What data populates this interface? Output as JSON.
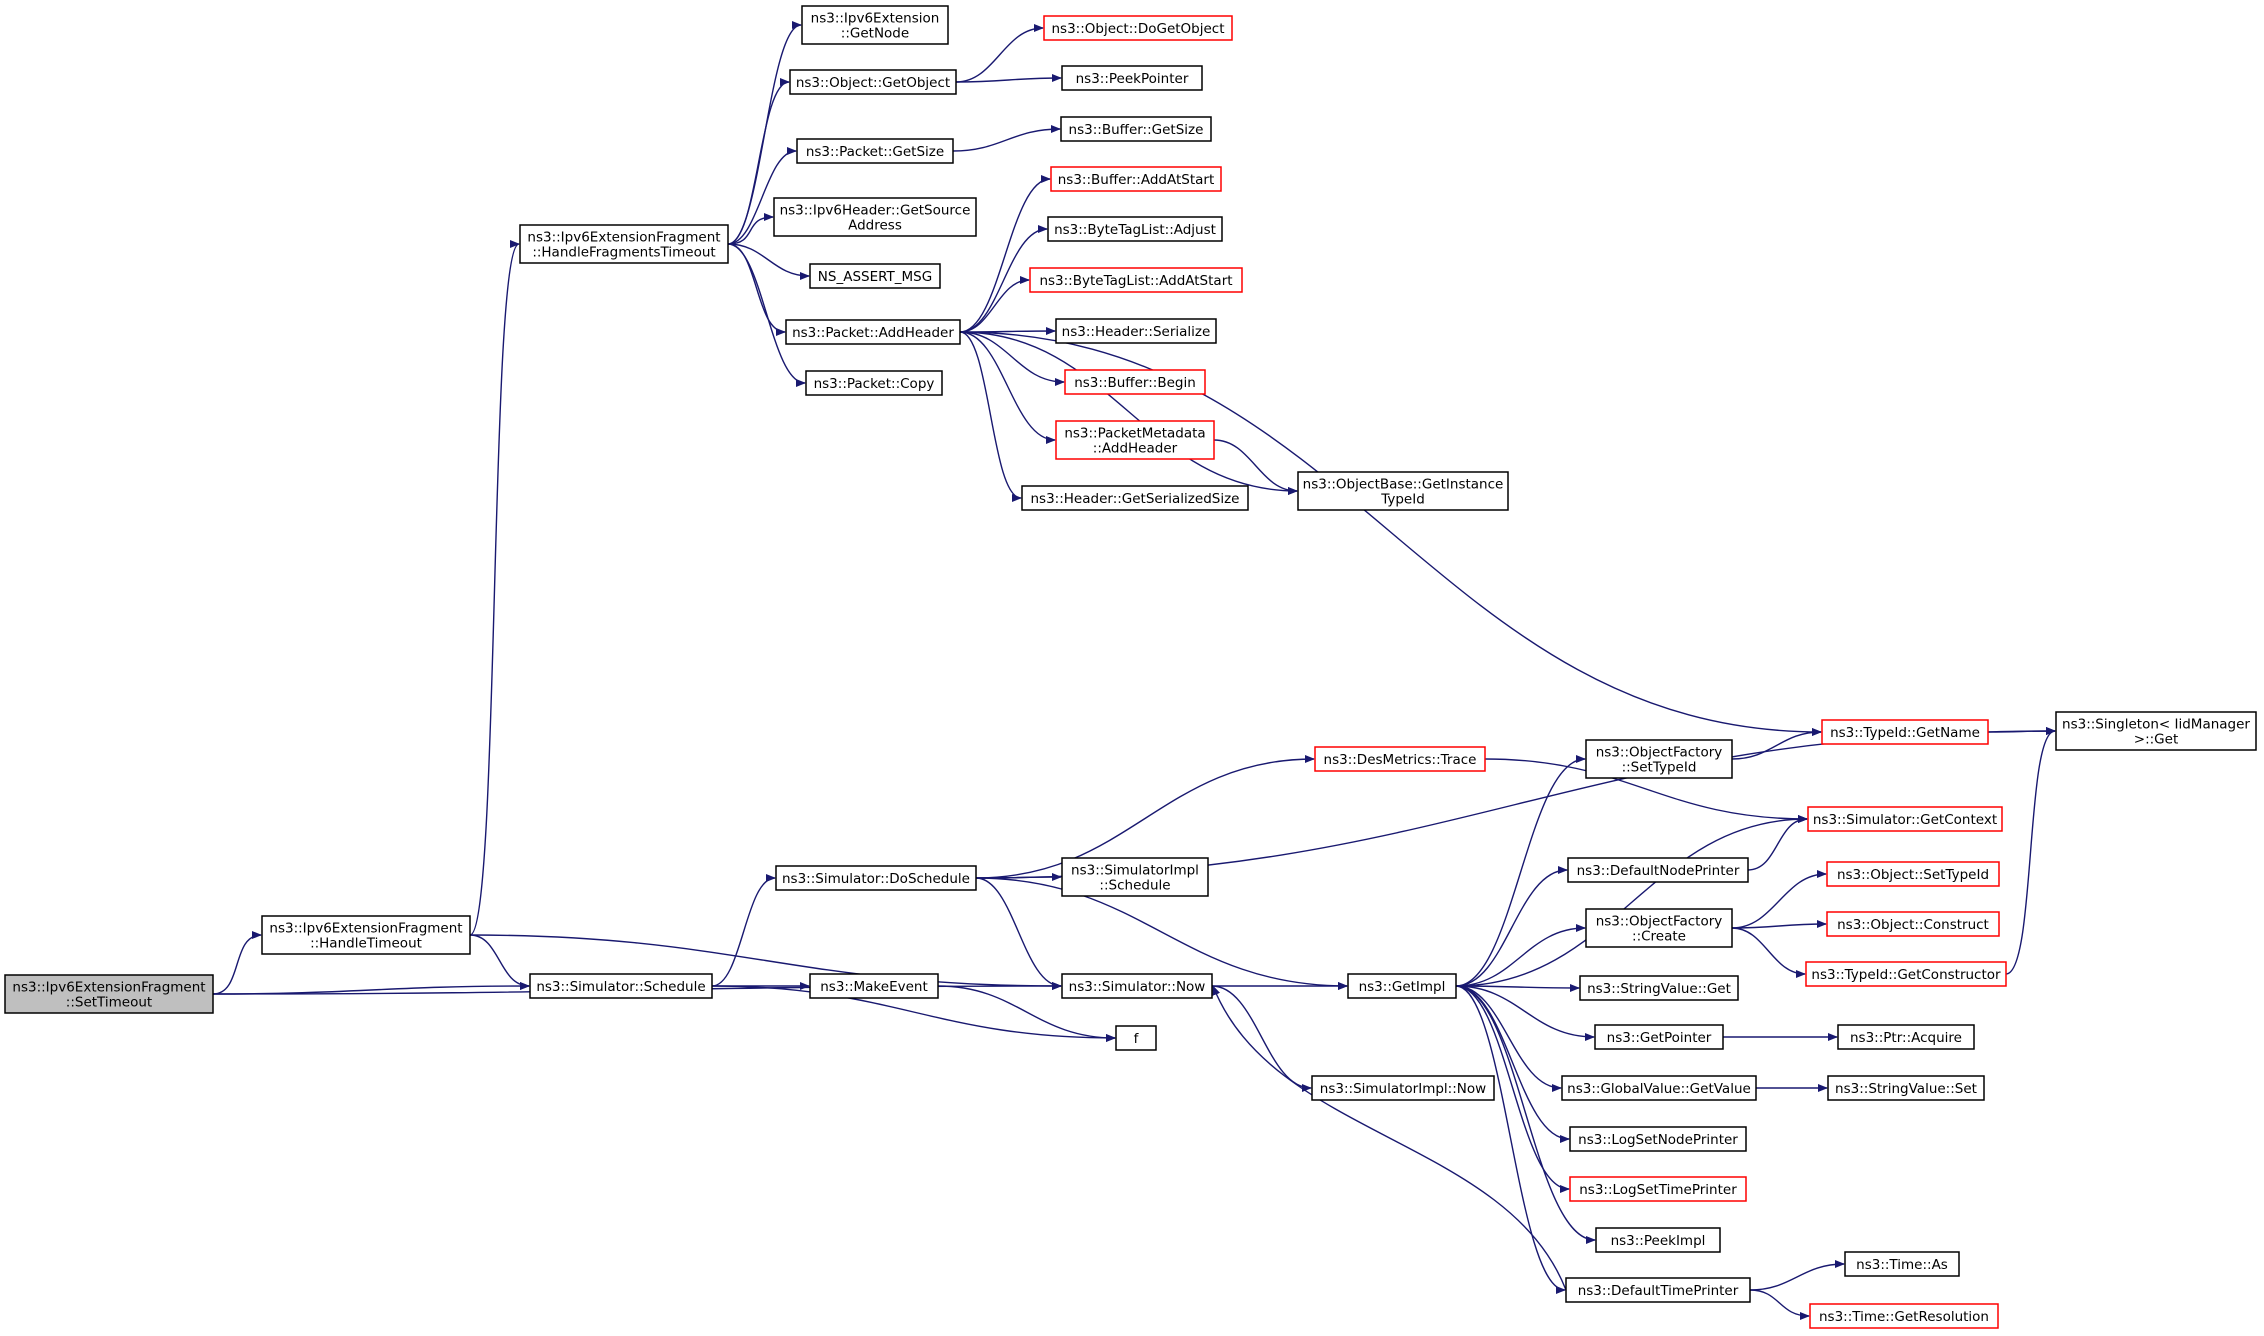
{
  "colors": {
    "edge": "#191970",
    "node_border": "#000000",
    "node_border_truncated": "#ff0000",
    "node_fill": "#ffffff",
    "node_fill_root": "#bfbfbf"
  },
  "nodes": [
    {
      "id": "settimeout",
      "lines": [
        "ns3::Ipv6ExtensionFragment",
        "::SetTimeout"
      ],
      "style": "root"
    },
    {
      "id": "handletimeout",
      "lines": [
        "ns3::Ipv6ExtensionFragment",
        "::HandleTimeout"
      ],
      "style": "normal"
    },
    {
      "id": "hft",
      "lines": [
        "ns3::Ipv6ExtensionFragment",
        "::HandleFragmentsTimeout"
      ],
      "style": "normal"
    },
    {
      "id": "getnode",
      "lines": [
        "ns3::Ipv6Extension",
        "::GetNode"
      ],
      "style": "normal"
    },
    {
      "id": "getobject",
      "lines": [
        "ns3::Object::GetObject"
      ],
      "style": "normal"
    },
    {
      "id": "dogetobject",
      "lines": [
        "ns3::Object::DoGetObject"
      ],
      "style": "truncated"
    },
    {
      "id": "peekpointer",
      "lines": [
        "ns3::PeekPointer"
      ],
      "style": "normal"
    },
    {
      "id": "pgetsize",
      "lines": [
        "ns3::Packet::GetSize"
      ],
      "style": "normal"
    },
    {
      "id": "bgetsize",
      "lines": [
        "ns3::Buffer::GetSize"
      ],
      "style": "normal"
    },
    {
      "id": "getsrc",
      "lines": [
        "ns3::Ipv6Header::GetSource",
        "Address"
      ],
      "style": "normal"
    },
    {
      "id": "assertmsg",
      "lines": [
        "NS_ASSERT_MSG"
      ],
      "style": "normal"
    },
    {
      "id": "addheader",
      "lines": [
        "ns3::Packet::AddHeader"
      ],
      "style": "normal"
    },
    {
      "id": "pcopy",
      "lines": [
        "ns3::Packet::Copy"
      ],
      "style": "normal"
    },
    {
      "id": "baddatstart",
      "lines": [
        "ns3::Buffer::AddAtStart"
      ],
      "style": "truncated"
    },
    {
      "id": "btladjust",
      "lines": [
        "ns3::ByteTagList::Adjust"
      ],
      "style": "normal"
    },
    {
      "id": "btladdatstart",
      "lines": [
        "ns3::ByteTagList::AddAtStart"
      ],
      "style": "truncated"
    },
    {
      "id": "hserialize",
      "lines": [
        "ns3::Header::Serialize"
      ],
      "style": "normal"
    },
    {
      "id": "bbegin",
      "lines": [
        "ns3::Buffer::Begin"
      ],
      "style": "truncated"
    },
    {
      "id": "pmaddheader",
      "lines": [
        "ns3::PacketMetadata",
        "::AddHeader"
      ],
      "style": "truncated"
    },
    {
      "id": "hgetsersize",
      "lines": [
        "ns3::Header::GetSerializedSize"
      ],
      "style": "normal"
    },
    {
      "id": "getinsttypeid",
      "lines": [
        "ns3::ObjectBase::GetInstance",
        "TypeId"
      ],
      "style": "normal"
    },
    {
      "id": "schedule",
      "lines": [
        "ns3::Simulator::Schedule"
      ],
      "style": "normal"
    },
    {
      "id": "doschedule",
      "lines": [
        "ns3::Simulator::DoSchedule"
      ],
      "style": "normal"
    },
    {
      "id": "makeevent",
      "lines": [
        "ns3::MakeEvent"
      ],
      "style": "normal"
    },
    {
      "id": "simnow",
      "lines": [
        "ns3::Simulator::Now"
      ],
      "style": "normal"
    },
    {
      "id": "f",
      "lines": [
        "f"
      ],
      "style": "normal"
    },
    {
      "id": "simimplschedule",
      "lines": [
        "ns3::SimulatorImpl",
        "::Schedule"
      ],
      "style": "normal"
    },
    {
      "id": "desmetrics",
      "lines": [
        "ns3::DesMetrics::Trace"
      ],
      "style": "truncated"
    },
    {
      "id": "getimpl",
      "lines": [
        "ns3::GetImpl"
      ],
      "style": "normal"
    },
    {
      "id": "simimplnow",
      "lines": [
        "ns3::SimulatorImpl::Now"
      ],
      "style": "normal"
    },
    {
      "id": "ofsettypeid",
      "lines": [
        "ns3::ObjectFactory",
        "::SetTypeId"
      ],
      "style": "normal"
    },
    {
      "id": "defnodeprinter",
      "lines": [
        "ns3::DefaultNodePrinter"
      ],
      "style": "normal"
    },
    {
      "id": "ofcreate",
      "lines": [
        "ns3::ObjectFactory",
        "::Create"
      ],
      "style": "normal"
    },
    {
      "id": "svget",
      "lines": [
        "ns3::StringValue::Get"
      ],
      "style": "normal"
    },
    {
      "id": "getpointer",
      "lines": [
        "ns3::GetPointer"
      ],
      "style": "normal"
    },
    {
      "id": "gvgetvalue",
      "lines": [
        "ns3::GlobalValue::GetValue"
      ],
      "style": "normal"
    },
    {
      "id": "logsetnode",
      "lines": [
        "ns3::LogSetNodePrinter"
      ],
      "style": "normal"
    },
    {
      "id": "logsettime",
      "lines": [
        "ns3::LogSetTimePrinter"
      ],
      "style": "truncated"
    },
    {
      "id": "peekimpl",
      "lines": [
        "ns3::PeekImpl"
      ],
      "style": "normal"
    },
    {
      "id": "deftimeprinter",
      "lines": [
        "ns3::DefaultTimePrinter"
      ],
      "style": "normal"
    },
    {
      "id": "tidgetname",
      "lines": [
        "ns3::TypeId::GetName"
      ],
      "style": "truncated"
    },
    {
      "id": "simgetcontext",
      "lines": [
        "ns3::Simulator::GetContext"
      ],
      "style": "truncated"
    },
    {
      "id": "objsettypeid",
      "lines": [
        "ns3::Object::SetTypeId"
      ],
      "style": "truncated"
    },
    {
      "id": "objconstruct",
      "lines": [
        "ns3::Object::Construct"
      ],
      "style": "truncated"
    },
    {
      "id": "tidgetctor",
      "lines": [
        "ns3::TypeId::GetConstructor"
      ],
      "style": "truncated"
    },
    {
      "id": "ptracquire",
      "lines": [
        "ns3::Ptr::Acquire"
      ],
      "style": "normal"
    },
    {
      "id": "svset",
      "lines": [
        "ns3::StringValue::Set"
      ],
      "style": "normal"
    },
    {
      "id": "timeas",
      "lines": [
        "ns3::Time::As"
      ],
      "style": "normal"
    },
    {
      "id": "timegetres",
      "lines": [
        "ns3::Time::GetResolution"
      ],
      "style": "truncated"
    },
    {
      "id": "singletonget",
      "lines": [
        "ns3::Singleton< IidManager",
        " >::Get"
      ],
      "style": "normal"
    }
  ],
  "edges": [
    [
      "settimeout",
      "handletimeout"
    ],
    [
      "settimeout",
      "schedule"
    ],
    [
      "settimeout",
      "simnow"
    ],
    [
      "handletimeout",
      "hft"
    ],
    [
      "handletimeout",
      "schedule"
    ],
    [
      "handletimeout",
      "simnow"
    ],
    [
      "hft",
      "getnode"
    ],
    [
      "hft",
      "getobject"
    ],
    [
      "hft",
      "pgetsize"
    ],
    [
      "hft",
      "getsrc"
    ],
    [
      "hft",
      "assertmsg"
    ],
    [
      "hft",
      "addheader"
    ],
    [
      "hft",
      "pcopy"
    ],
    [
      "getobject",
      "dogetobject"
    ],
    [
      "getobject",
      "peekpointer"
    ],
    [
      "pgetsize",
      "bgetsize"
    ],
    [
      "addheader",
      "baddatstart"
    ],
    [
      "addheader",
      "btladjust"
    ],
    [
      "addheader",
      "btladdatstart"
    ],
    [
      "addheader",
      "hserialize"
    ],
    [
      "addheader",
      "bbegin"
    ],
    [
      "addheader",
      "pmaddheader"
    ],
    [
      "addheader",
      "hgetsersize"
    ],
    [
      "addheader",
      "getinsttypeid"
    ],
    [
      "addheader",
      "tidgetname"
    ],
    [
      "pmaddheader",
      "getinsttypeid"
    ],
    [
      "schedule",
      "doschedule"
    ],
    [
      "schedule",
      "makeevent"
    ],
    [
      "schedule",
      "f"
    ],
    [
      "makeevent",
      "f"
    ],
    [
      "doschedule",
      "simimplschedule"
    ],
    [
      "doschedule",
      "desmetrics"
    ],
    [
      "doschedule",
      "simnow"
    ],
    [
      "doschedule",
      "getimpl"
    ],
    [
      "doschedule",
      "singletonget"
    ],
    [
      "simnow",
      "getimpl"
    ],
    [
      "simnow",
      "simimplnow"
    ],
    [
      "desmetrics",
      "simgetcontext"
    ],
    [
      "getimpl",
      "ofsettypeid"
    ],
    [
      "getimpl",
      "defnodeprinter"
    ],
    [
      "getimpl",
      "ofcreate"
    ],
    [
      "getimpl",
      "svget"
    ],
    [
      "getimpl",
      "getpointer"
    ],
    [
      "getimpl",
      "gvgetvalue"
    ],
    [
      "getimpl",
      "logsetnode"
    ],
    [
      "getimpl",
      "logsettime"
    ],
    [
      "getimpl",
      "peekimpl"
    ],
    [
      "getimpl",
      "deftimeprinter"
    ],
    [
      "getimpl",
      "simgetcontext"
    ],
    [
      "deftimeprinter",
      "simnow"
    ],
    [
      "ofsettypeid",
      "tidgetname"
    ],
    [
      "defnodeprinter",
      "simgetcontext"
    ],
    [
      "ofcreate",
      "objsettypeid"
    ],
    [
      "ofcreate",
      "objconstruct"
    ],
    [
      "ofcreate",
      "tidgetctor"
    ],
    [
      "getpointer",
      "ptracquire"
    ],
    [
      "gvgetvalue",
      "svset"
    ],
    [
      "deftimeprinter",
      "timeas"
    ],
    [
      "deftimeprinter",
      "timegetres"
    ],
    [
      "tidgetname",
      "singletonget"
    ],
    [
      "tidgetctor",
      "singletonget"
    ]
  ]
}
